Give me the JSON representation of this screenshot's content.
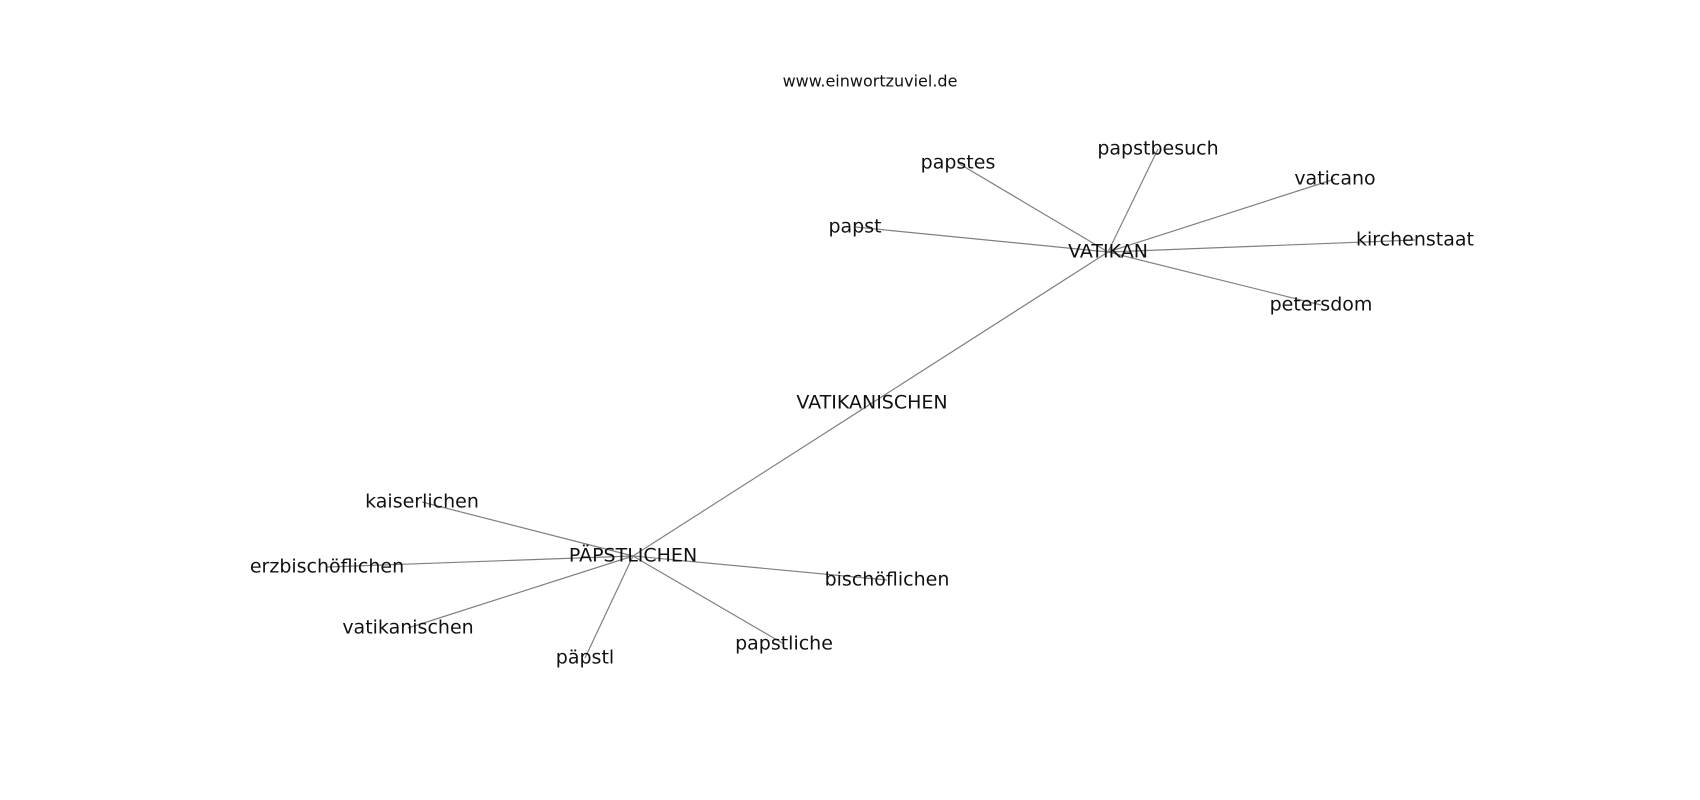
{
  "site": "www.einwortzuviel.de",
  "nodes": [
    {
      "id": "vatikan",
      "label": "VATIKAN"
    },
    {
      "id": "vatikanischen",
      "label": "VATIKANISCHEN"
    },
    {
      "id": "paepstlichen",
      "label": "PÄPSTLICHEN"
    },
    {
      "id": "papstes",
      "label": "papstes"
    },
    {
      "id": "papstbesuch",
      "label": "papstbesuch"
    },
    {
      "id": "vaticano",
      "label": "vaticano"
    },
    {
      "id": "papst",
      "label": "papst"
    },
    {
      "id": "kirchenstaat",
      "label": "kirchenstaat"
    },
    {
      "id": "petersdom",
      "label": "petersdom"
    },
    {
      "id": "kaiserlichen",
      "label": "kaiserlichen"
    },
    {
      "id": "erzbischoeflichen",
      "label": "erzbischöflichen"
    },
    {
      "id": "bischoeflichen",
      "label": "bischöflichen"
    },
    {
      "id": "vatikanischen_lc",
      "label": "vatikanischen"
    },
    {
      "id": "paepstl",
      "label": "päpstl"
    },
    {
      "id": "papstliche",
      "label": "papstliche"
    }
  ],
  "edges": [
    [
      "vatikan",
      "papstes"
    ],
    [
      "vatikan",
      "papstbesuch"
    ],
    [
      "vatikan",
      "vaticano"
    ],
    [
      "vatikan",
      "papst"
    ],
    [
      "vatikan",
      "kirchenstaat"
    ],
    [
      "vatikan",
      "petersdom"
    ],
    [
      "vatikan",
      "paepstlichen"
    ],
    [
      "paepstlichen",
      "kaiserlichen"
    ],
    [
      "paepstlichen",
      "erzbischoeflichen"
    ],
    [
      "paepstlichen",
      "bischoeflichen"
    ],
    [
      "paepstlichen",
      "vatikanischen_lc"
    ],
    [
      "paepstlichen",
      "paepstl"
    ],
    [
      "paepstlichen",
      "papstliche"
    ]
  ]
}
